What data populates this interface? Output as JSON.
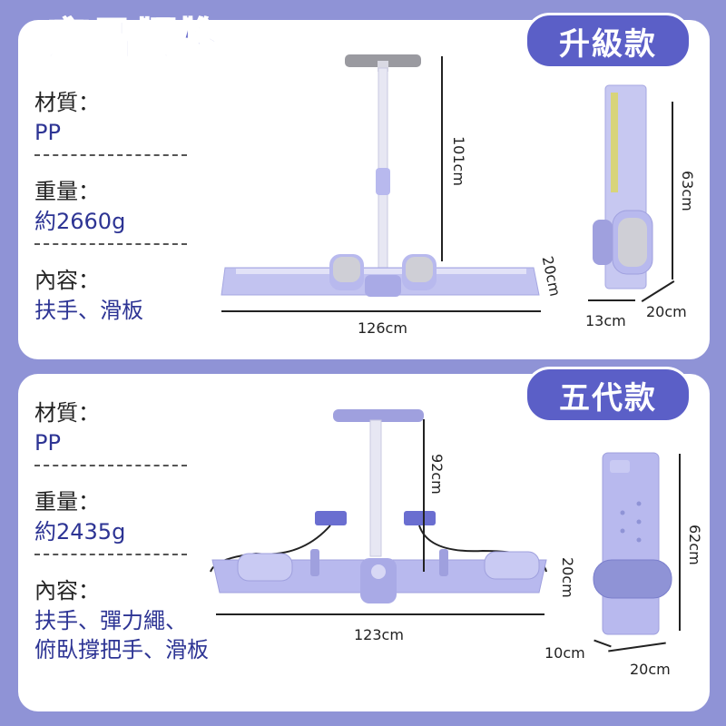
{
  "header": {
    "title": "產品規格"
  },
  "section1": {
    "badge": "升級款",
    "specs": [
      {
        "label": "材質：",
        "lines": [
          "PP"
        ]
      },
      {
        "label": "重量：",
        "lines": [
          "約2660g"
        ]
      },
      {
        "label": "內容：",
        "lines": [
          "扶手、滑板"
        ]
      }
    ],
    "dims": {
      "height": "101cm",
      "length": "126cm",
      "width": "20cm",
      "folded_height": "63cm",
      "folded_depth": "13cm",
      "folded_width": "20cm"
    }
  },
  "section2": {
    "badge": "五代款",
    "specs": [
      {
        "label": "材質：",
        "lines": [
          "PP"
        ]
      },
      {
        "label": "重量：",
        "lines": [
          "約2435g"
        ]
      },
      {
        "label": "內容：",
        "lines": [
          "扶手、彈力繩、",
          "俯臥撐把手、滑板"
        ]
      }
    ],
    "dims": {
      "height": "92cm",
      "length": "123cm",
      "width": "20cm",
      "folded_height": "62cm",
      "folded_depth": "10cm",
      "folded_width": "20cm"
    }
  },
  "colors": {
    "background": "#8f93d6",
    "accent": "#5b5fc7",
    "product": "#b8b9ee",
    "value_text": "#2d3494"
  }
}
